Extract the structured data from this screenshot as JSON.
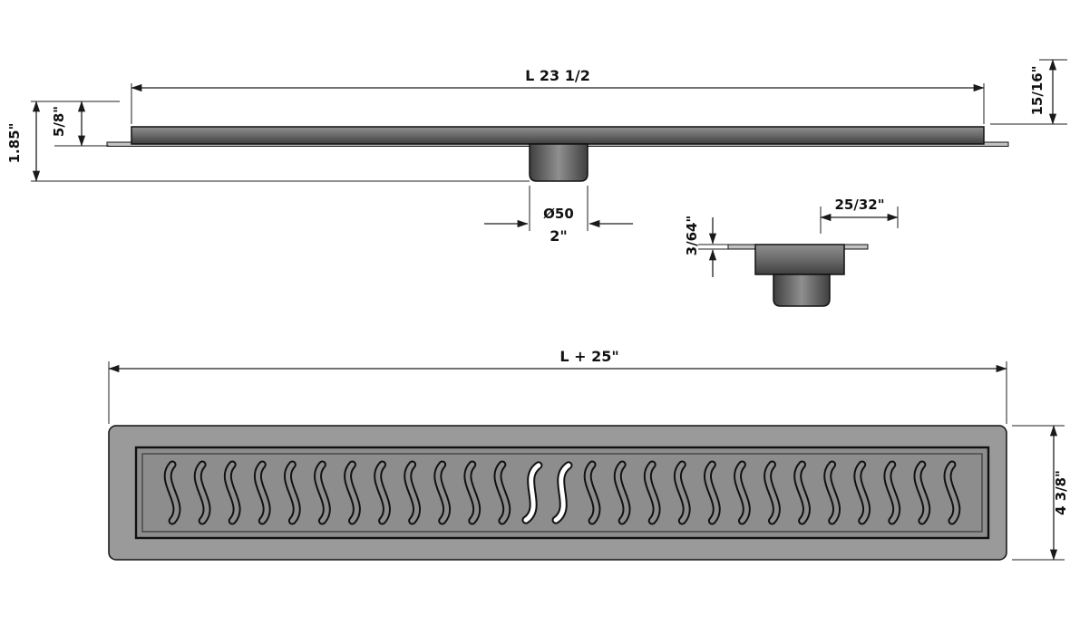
{
  "drawing": {
    "side_view": {
      "length": "L  23 1/2",
      "height_right": "15/16\"",
      "lip_height": "5/8\"",
      "total_height": "1.85\"",
      "outlet_diameter": "Ø50",
      "outlet_nominal": "2\""
    },
    "detail_view": {
      "offset": "25/32\"",
      "flange_thickness": "3/64\""
    },
    "plan_view": {
      "length": "L + 25\"",
      "width": "4 3/8\""
    }
  },
  "grate": {
    "slot_count": 27,
    "highlight_slots": [
      12,
      13
    ],
    "highlight_tilt_deg": 13
  },
  "colors": {
    "line": "#111111",
    "dim": "#1f1f1f",
    "body_light": "#8f8f8f",
    "body_mid": "#6e6e6e",
    "body_dark": "#3f3f3f",
    "outer_bg": "#9a9a9a",
    "channel_bg": "#8d8d8d",
    "flange": "#c2c2c2",
    "highlight": "#ffffff"
  }
}
